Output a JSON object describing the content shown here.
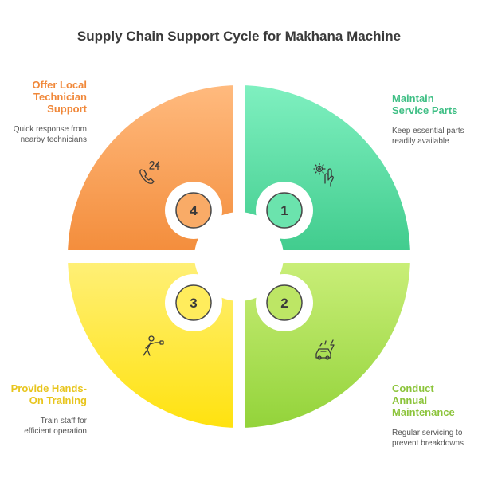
{
  "title": "Supply Chain Support Cycle for Makhana Machine",
  "steps": [
    {
      "number": "1",
      "heading": [
        "Maintain",
        "Service Parts"
      ],
      "description": [
        "Keep essential parts",
        "readily available"
      ],
      "color": "#4fcb8e",
      "head_color": "#3fbf85",
      "icon": "gear-hand-icon"
    },
    {
      "number": "2",
      "heading": [
        "Conduct",
        "Annual",
        "Maintenance"
      ],
      "description": [
        "Regular servicing to",
        "prevent breakdowns"
      ],
      "color": "#a9db4e",
      "head_color": "#8cc43b",
      "icon": "car-repair-icon"
    },
    {
      "number": "3",
      "heading": [
        "Provide Hands-",
        "On Training"
      ],
      "description": [
        "Train staff for",
        "efficient operation"
      ],
      "color": "#ffe534",
      "head_color": "#e8c51d",
      "icon": "trainer-icon"
    },
    {
      "number": "4",
      "heading": [
        "Offer Local",
        "Technician",
        "Support"
      ],
      "description": [
        "Quick response from",
        "nearby technicians"
      ],
      "color": "#f6a054",
      "head_color": "#f0883a",
      "icon": "phone-24-icon"
    }
  ]
}
